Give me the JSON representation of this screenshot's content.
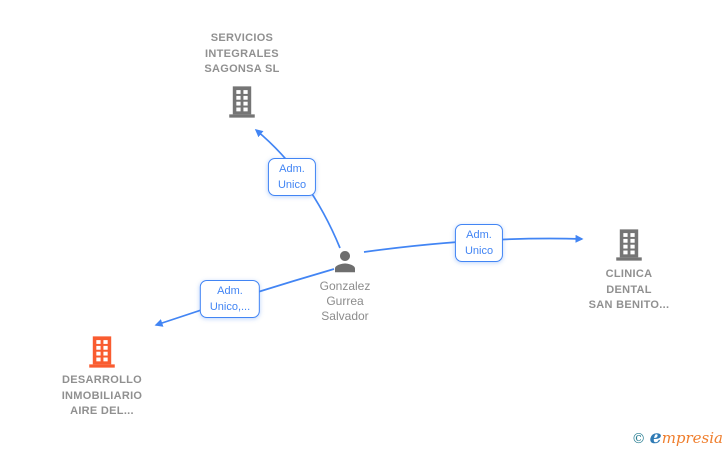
{
  "diagram": {
    "background": "#ffffff",
    "edge_color": "#4285f4",
    "nodes": {
      "servicios": {
        "type": "company",
        "icon": "building-icon",
        "icon_color": "#757575",
        "name_lines": [
          "SERVICIOS",
          "INTEGRALES",
          "SAGONSA SL"
        ]
      },
      "person": {
        "type": "person",
        "icon": "person-icon",
        "icon_color": "#6e6e6e",
        "name_lines": [
          "Gonzalez",
          "Gurrea",
          "Salvador"
        ]
      },
      "clinica": {
        "type": "company",
        "icon": "building-icon",
        "icon_color": "#757575",
        "name_lines": [
          "CLINICA",
          "DENTAL",
          "SAN BENITO..."
        ]
      },
      "desarrollo": {
        "type": "company",
        "icon": "building-icon",
        "icon_color": "#f95c30",
        "name_lines": [
          "DESARROLLO",
          "INMOBILIARIO",
          "AIRE DEL..."
        ]
      }
    },
    "edges": [
      {
        "from": "person",
        "to": "servicios",
        "label_lines": [
          "Adm.",
          "Unico"
        ]
      },
      {
        "from": "person",
        "to": "clinica",
        "label_lines": [
          "Adm.",
          "Unico"
        ]
      },
      {
        "from": "person",
        "to": "desarrollo",
        "label_lines": [
          "Adm.",
          "Unico,..."
        ]
      }
    ]
  },
  "watermark": {
    "copyright": "©",
    "brand_first": "e",
    "brand_rest": "mpresia"
  }
}
